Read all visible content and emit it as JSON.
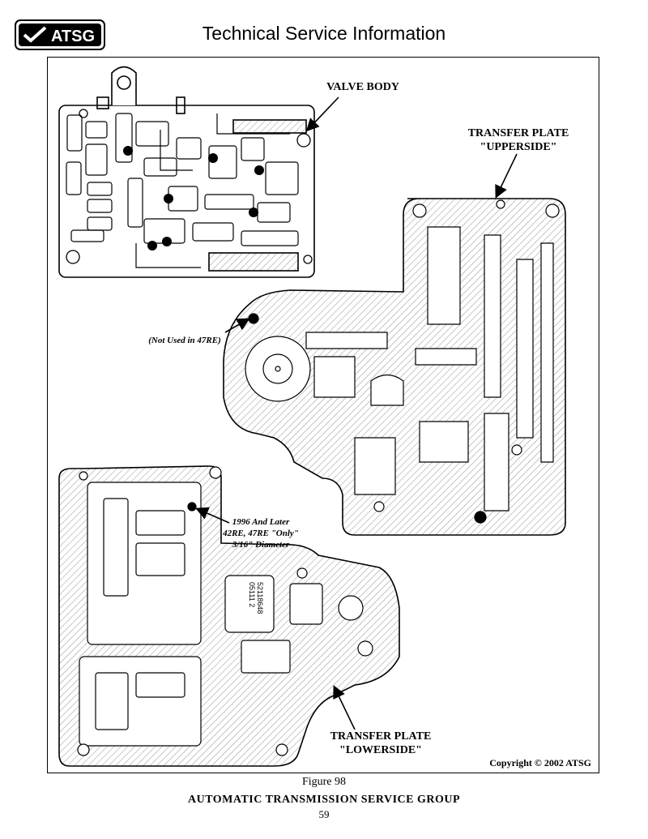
{
  "header": {
    "logo_text": "ATSG",
    "title": "Technical Service Information"
  },
  "figure": {
    "labels": {
      "valve_body": "VALVE BODY",
      "upperside_line1": "TRANSFER PLATE",
      "upperside_line2": "\"UPPERSIDE\"",
      "not_used": "(Not Used in 47RE)",
      "note_line1": "1996 And Later",
      "note_line2": "42RE, 47RE \"Only\"",
      "note_line3": "3/16\" Diameter",
      "lowerside_line1": "TRANSFER PLATE",
      "lowerside_line2": "\"LOWERSIDE\"",
      "part_number_1": "52118648",
      "part_number_2": "05111 2"
    },
    "copyright": "Copyright © 2002 ATSG",
    "caption": "Figure 98"
  },
  "footer": {
    "organization": "AUTOMATIC TRANSMISSION SERVICE GROUP",
    "page_number": "59"
  },
  "colors": {
    "ink": "#000000",
    "paper": "#ffffff"
  }
}
